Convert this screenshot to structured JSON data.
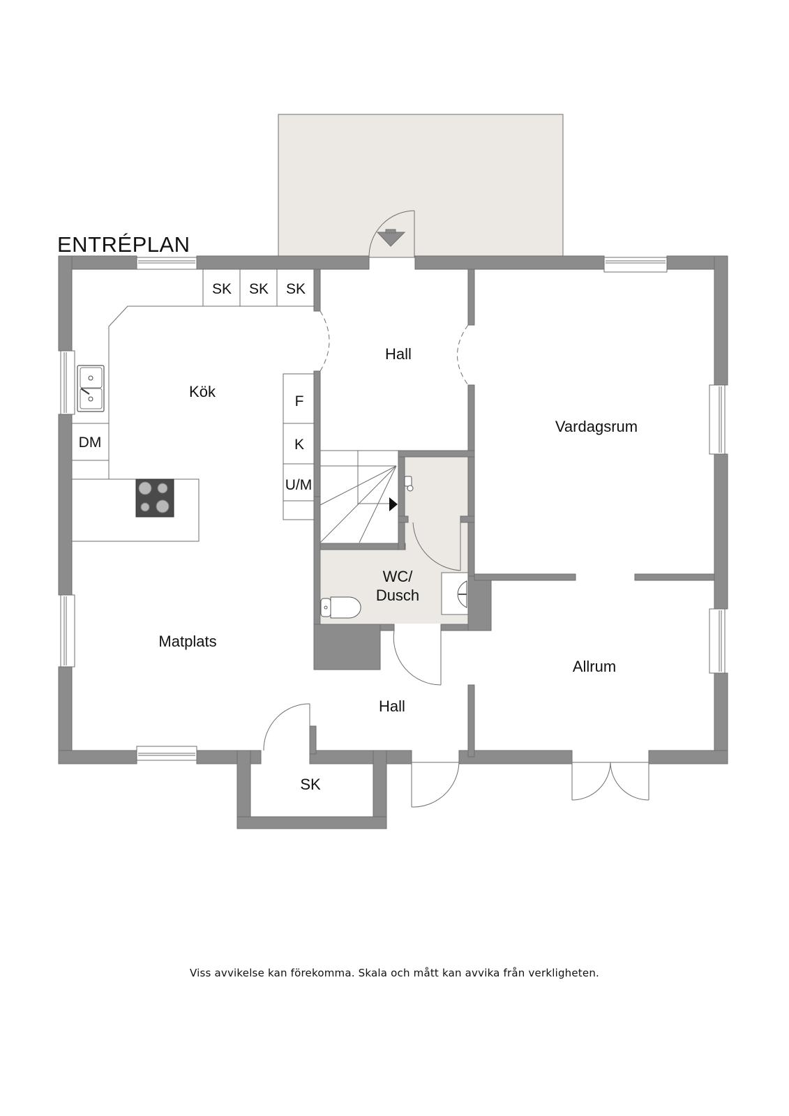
{
  "plan": {
    "title": "ENTRÉPLAN",
    "footer_note": "Viss avvikelse kan förekomma. Skala och mått kan avvika från verkligheten.",
    "colors": {
      "wall": "#8c8c8c",
      "wet_room": "#ece9e4",
      "terrace": "#ece9e4",
      "line": "#6e6e6e",
      "text": "#111111"
    },
    "rooms": {
      "kok": "Kök",
      "hall_upper": "Hall",
      "vardagsrum": "Vardagsrum",
      "matplats": "Matplats",
      "wc_dusch_line1": "WC/",
      "wc_dusch_line2": "Dusch",
      "hall_lower": "Hall",
      "allrum": "Allrum",
      "sk_closet": "SK"
    },
    "fixtures": {
      "wardrobe_1": "SK",
      "wardrobe_2": "SK",
      "wardrobe_3": "SK",
      "dishwasher": "DM",
      "fridge": "F",
      "freezer": "K",
      "oven_micro": "U/M"
    },
    "icons": [
      "entrance-arrow-icon",
      "stair-direction-arrow-icon",
      "sink-icon",
      "stove-icon",
      "toilet-icon",
      "washbasin-icon",
      "window-icon",
      "door-icon"
    ]
  }
}
